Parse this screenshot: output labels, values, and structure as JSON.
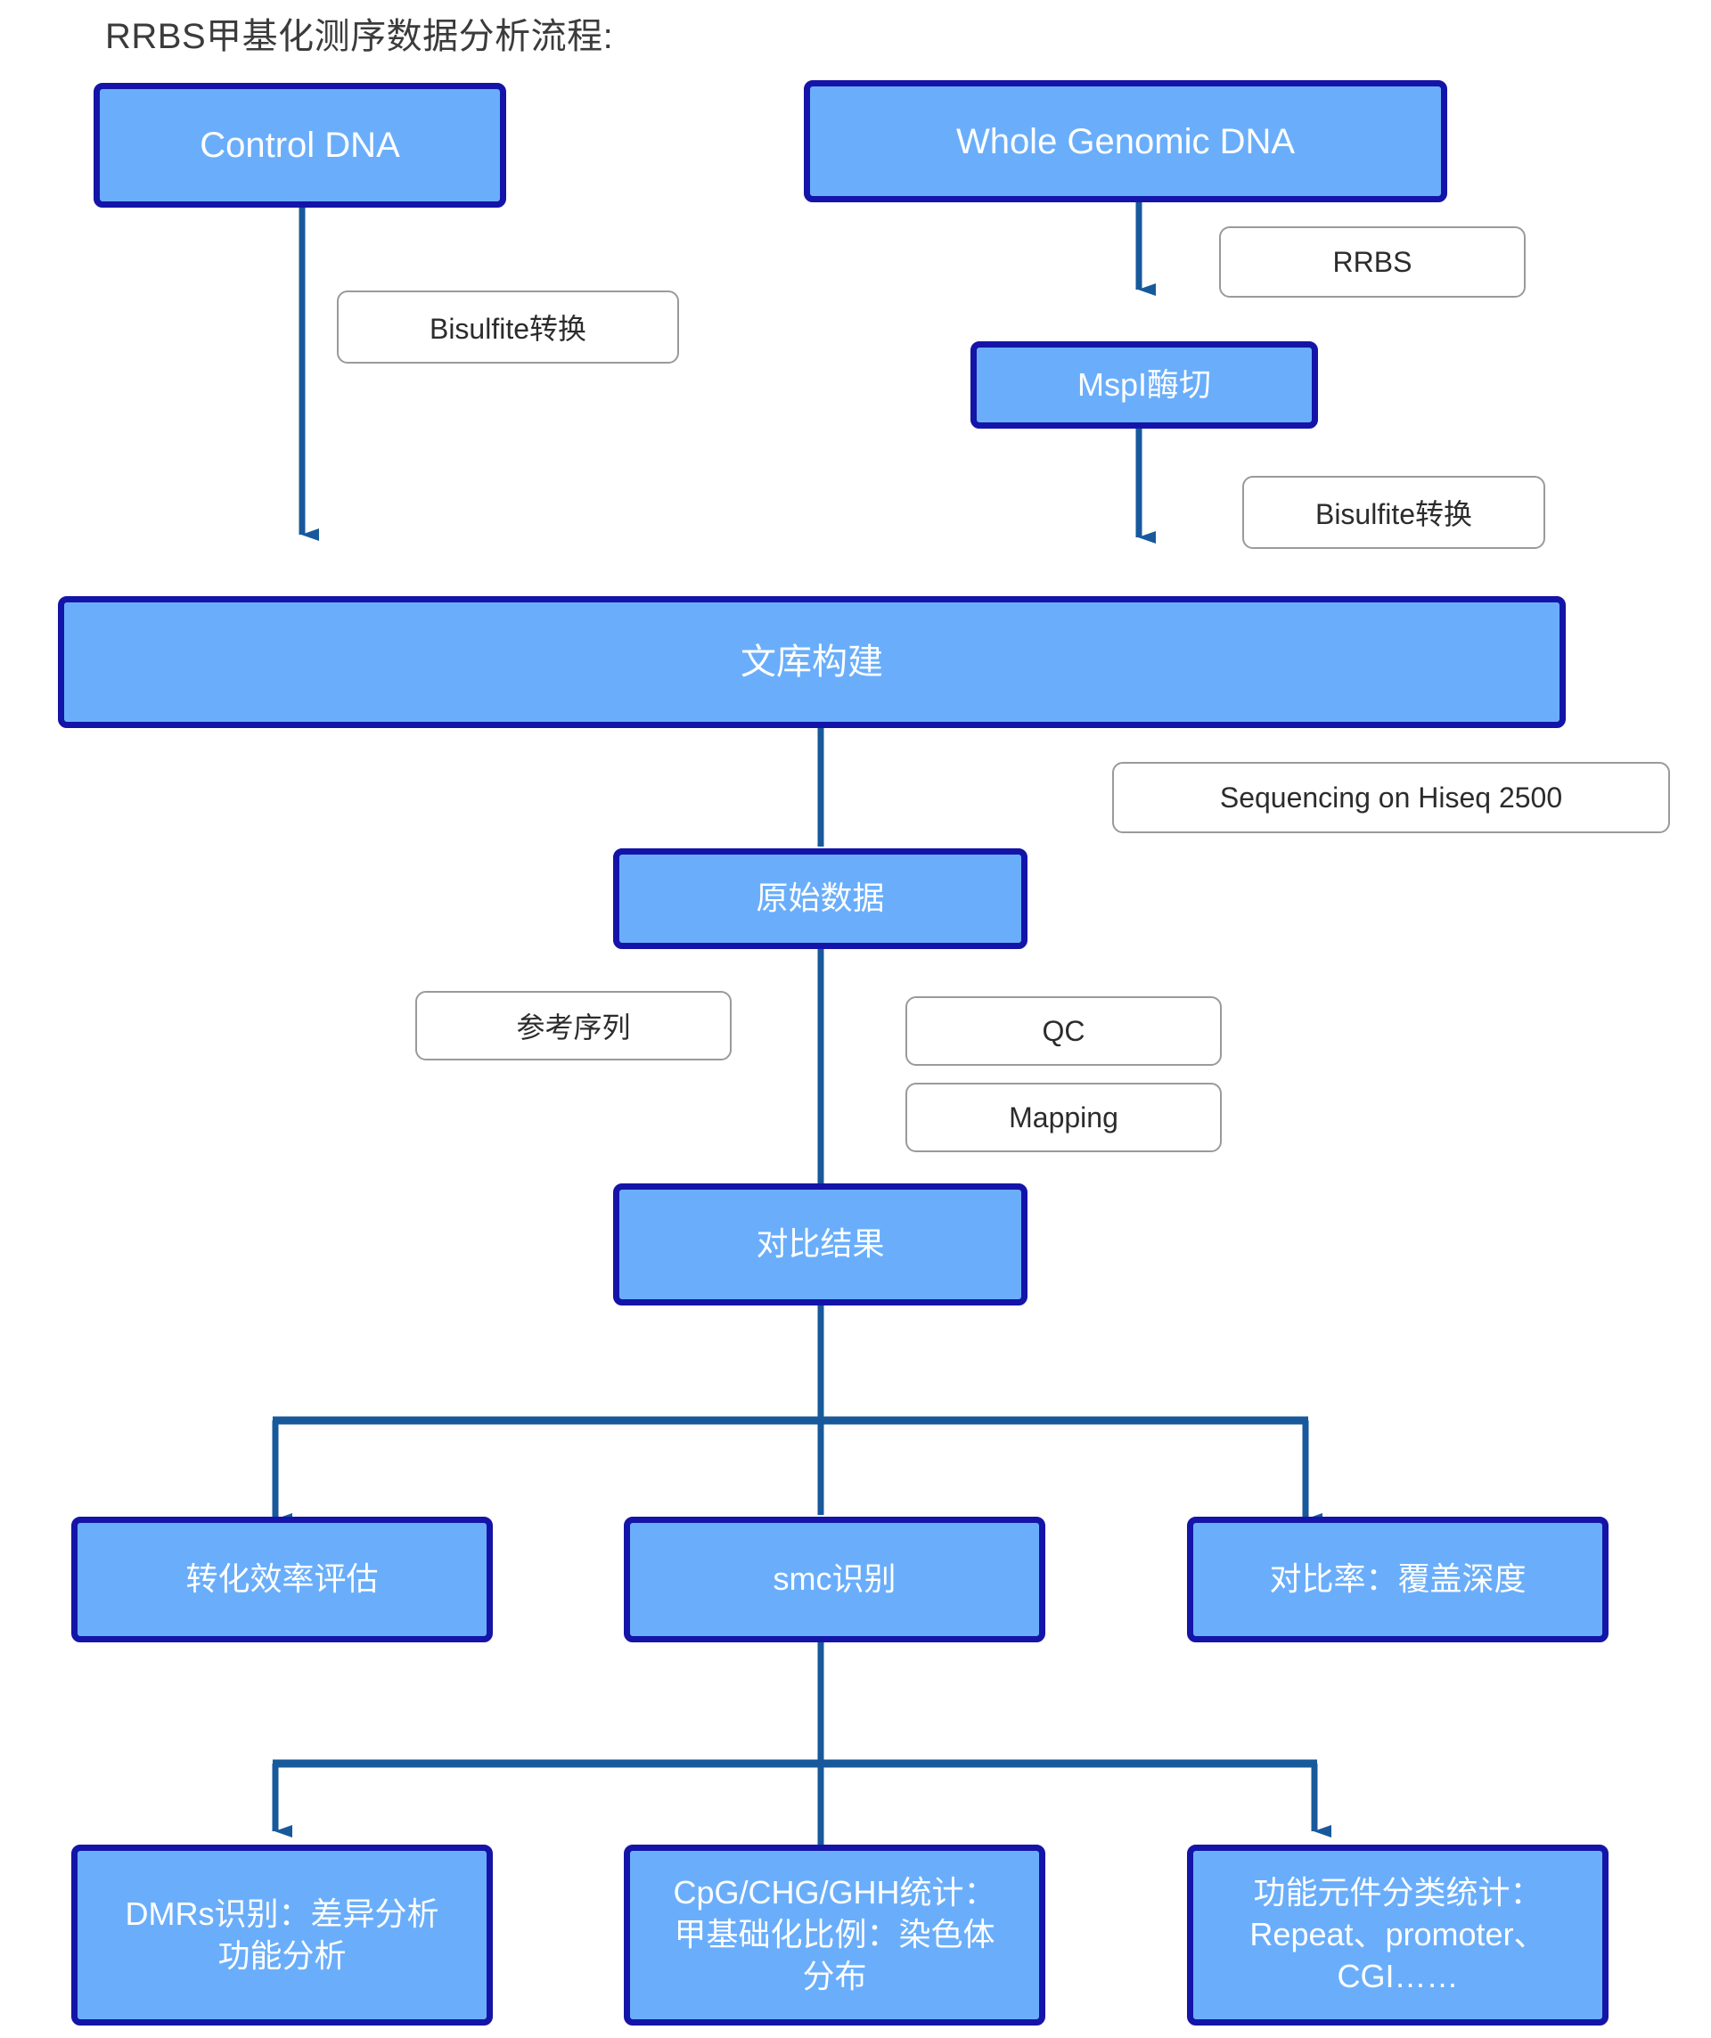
{
  "title": "RRBS甲基化测序数据分析流程:",
  "colors": {
    "node_fill": "#6aaefb",
    "node_border": "#1414a8",
    "node_text": "#ffffff",
    "label_border": "#9a9a9a",
    "label_text": "#2c2c2c",
    "connector": "#18599c",
    "title_text": "#3b3b3b",
    "background": "#ffffff"
  },
  "nodes": {
    "control_dna": "Control DNA",
    "whole_genomic_dna": "Whole Genomic DNA",
    "mspi_digest": "MspI酶切",
    "library_construction": "文库构建",
    "raw_data": "原始数据",
    "alignment_result": "对比结果",
    "conversion_efficiency": "转化效率评估",
    "smc_identification": "smc识别",
    "mapping_rate_depth": "对比率：覆盖深度",
    "dmrs": "DMRs识别：差异分析\n功能分析",
    "cpg_stats": "CpG/CHG/GHH统计：\n甲基础化比例：染色体\n分布",
    "functional_elements": "功能元件分类统计：\nRepeat、promoter、\nCGI……"
  },
  "labels": {
    "bisulfite_left": "Bisulfite转换",
    "rrbs": "RRBS",
    "bisulfite_right": "Bisulfite转换",
    "sequencing": "Sequencing on Hiseq 2500",
    "reference_sequence": "参考序列",
    "qc": "QC",
    "mapping": "Mapping"
  },
  "icons": {
    "arrow_down": "arrow-down-icon",
    "connector_line": "connector-line-icon"
  }
}
